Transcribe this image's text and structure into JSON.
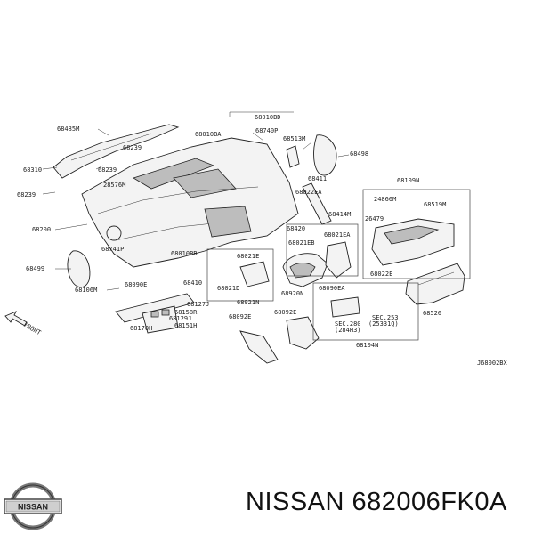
{
  "diagram": {
    "callouts": [
      {
        "id": "c1",
        "text": "68485M"
      },
      {
        "id": "c2",
        "text": "68239"
      },
      {
        "id": "c3",
        "text": "68239"
      },
      {
        "id": "c4",
        "text": "68310"
      },
      {
        "id": "c5",
        "text": "68239"
      },
      {
        "id": "c6",
        "text": "28576M"
      },
      {
        "id": "c7",
        "text": "68200"
      },
      {
        "id": "c8",
        "text": "68741P"
      },
      {
        "id": "c9",
        "text": "68499"
      },
      {
        "id": "c10",
        "text": "68106M"
      },
      {
        "id": "c11",
        "text": "68090E"
      },
      {
        "id": "c12",
        "text": "68410"
      },
      {
        "id": "c13",
        "text": "68127J"
      },
      {
        "id": "c14",
        "text": "68158R"
      },
      {
        "id": "c15",
        "text": "68129J"
      },
      {
        "id": "c16",
        "text": "68170H"
      },
      {
        "id": "c17",
        "text": "68151H"
      },
      {
        "id": "c18",
        "text": "68010BA"
      },
      {
        "id": "c19",
        "text": "68740P"
      },
      {
        "id": "c20",
        "text": "68513M"
      },
      {
        "id": "c21",
        "text": "68498"
      },
      {
        "id": "c22",
        "text": "68411"
      },
      {
        "id": "c23",
        "text": "68022EA"
      },
      {
        "id": "c24",
        "text": "68414M"
      },
      {
        "id": "c25",
        "text": "68420"
      },
      {
        "id": "c26",
        "text": "68021EB"
      },
      {
        "id": "c27",
        "text": "68021EA"
      },
      {
        "id": "c28",
        "text": "68021E"
      },
      {
        "id": "c29",
        "text": "68021D"
      },
      {
        "id": "c30",
        "text": "68010BB"
      },
      {
        "id": "c31",
        "text": "68921N"
      },
      {
        "id": "c32",
        "text": "68920N"
      },
      {
        "id": "c33",
        "text": "68092E"
      },
      {
        "id": "c34",
        "text": "68092E"
      },
      {
        "id": "c35",
        "text": "68104N"
      },
      {
        "id": "c36",
        "text": "68090EA"
      },
      {
        "id": "c37",
        "text": "SEC.280"
      },
      {
        "id": "c38",
        "text": "(284H3)"
      },
      {
        "id": "c39",
        "text": "SEC.253"
      },
      {
        "id": "c40",
        "text": "(25331Q)"
      },
      {
        "id": "c41",
        "text": "68109N"
      },
      {
        "id": "c42",
        "text": "24860M"
      },
      {
        "id": "c43",
        "text": "68519M"
      },
      {
        "id": "c44",
        "text": "26479"
      },
      {
        "id": "c45",
        "text": "68022E"
      },
      {
        "id": "c46",
        "text": "68520"
      },
      {
        "id": "c47",
        "text": "68010BD"
      }
    ],
    "front_label": "FRONT",
    "drawing_code": "J68002BX"
  },
  "footer": {
    "brand_text": "NISSAN 682006FK0A",
    "logo_text": "NISSAN"
  }
}
